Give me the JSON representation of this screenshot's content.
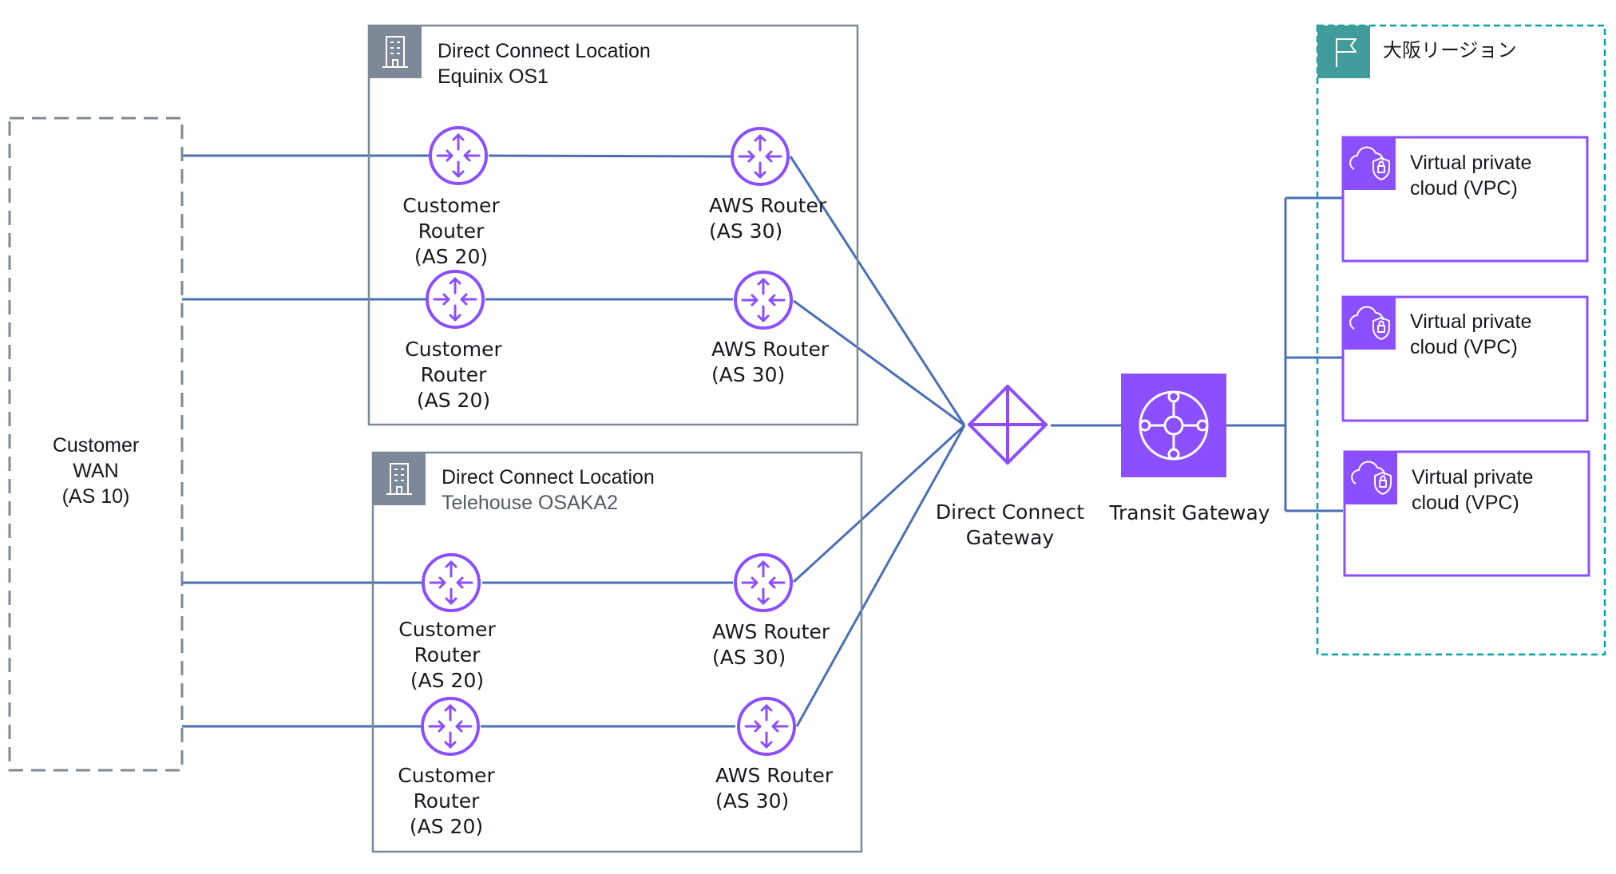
{
  "customer_wan": {
    "line1": "Customer",
    "line2": "WAN",
    "line3": "(AS 10)"
  },
  "locations": [
    {
      "title": "Direct Connect Location",
      "subtitle": "Equinix OS1"
    },
    {
      "title": "Direct Connect Location",
      "subtitle": "Telehouse OSAKA2"
    }
  ],
  "router_labels": {
    "customer": [
      "Customer",
      "Router",
      "(AS 20)"
    ],
    "aws": [
      "AWS Router",
      "(AS 30)"
    ]
  },
  "dx_gateway": {
    "line1": "Direct Connect",
    "line2": "Gateway"
  },
  "transit_gateway": {
    "label": "Transit Gateway"
  },
  "region": {
    "title": "大阪リージョン"
  },
  "vpcs": [
    {
      "line1": "Virtual private",
      "line2": "cloud (VPC)"
    },
    {
      "line1": "Virtual private",
      "line2": "cloud (VPC)"
    },
    {
      "line1": "Virtual private",
      "line2": "cloud (VPC)"
    }
  ],
  "colors": {
    "line": "#4a6fb5",
    "router": "#8c4fff",
    "location_border": "#7d8998",
    "location_icon_bg": "#7d8998",
    "region_border": "#00a4a6",
    "region_icon_bg": "#3f9c9b",
    "vpc": "#8c4fff",
    "transit_gateway": "#8c4fff",
    "wan_border": "#7d8998"
  }
}
